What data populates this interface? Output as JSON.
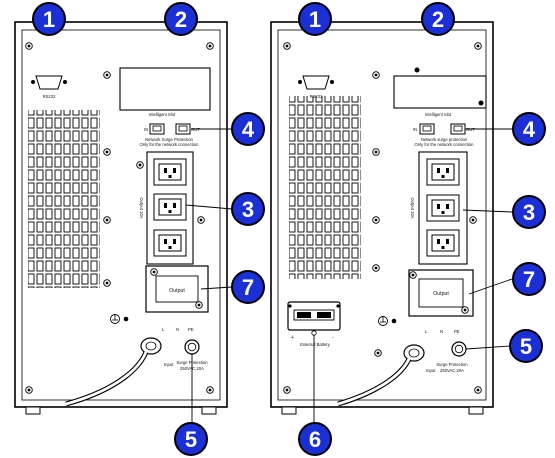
{
  "left_unit": {
    "rs232_label": "RS232",
    "slot_title": "Intelligent Slot",
    "port_in": "IN",
    "port_out": "OUT",
    "surge_text_1": "Network Surge Protection",
    "surge_text_2": "Only for the network connection",
    "output_group_label": "Output 10A",
    "output_terminal_label": "Output",
    "terminal_l": "L",
    "terminal_n": "N",
    "terminal_pe": "PE",
    "input_label": "Input",
    "breaker_title": "Surge Protection",
    "breaker_rating": "250VAC,20A"
  },
  "right_unit": {
    "rs232_label": "RS232",
    "slot_title": "Intelligent Slot",
    "port_in": "IN",
    "port_out": "OUT",
    "surge_text_1": "Network surge protection",
    "surge_text_2": "Only for the network connection",
    "output_group_label": "Output 10A",
    "output_terminal_label": "Output",
    "terminal_l": "L",
    "terminal_n": "N",
    "terminal_pe": "PE",
    "battery_plus": "+",
    "battery_minus": "-",
    "battery_label": "External Battery",
    "input_label": "Input",
    "breaker_title": "Surge Protection",
    "breaker_rating": "250VAC,20A"
  },
  "callouts": {
    "c1": "1",
    "c2": "2",
    "c3": "3",
    "c4": "4",
    "c5": "5",
    "c6": "6",
    "c7": "7"
  },
  "colors": {
    "callout_fill": "#1a2fd6",
    "callout_ring": "#000000",
    "panel_line": "#000000"
  }
}
